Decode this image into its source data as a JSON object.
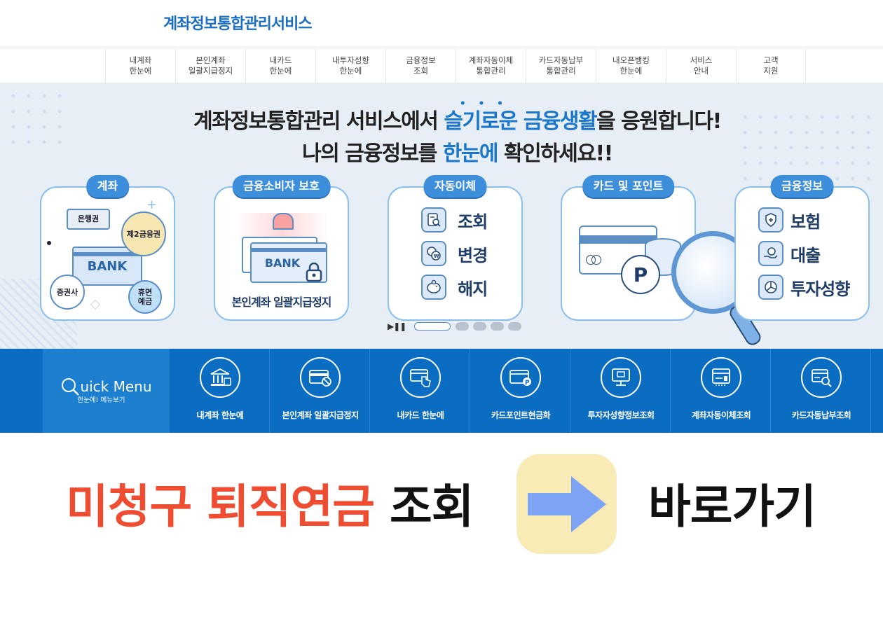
{
  "header": {
    "site_title": "계좌정보통합관리서비스"
  },
  "gnb": {
    "items": [
      {
        "label": "내계좌\n한눈에"
      },
      {
        "label": "본인계좌\n일괄지급정지"
      },
      {
        "label": "내카드\n한눈에"
      },
      {
        "label": "내투자성향\n한눈에"
      },
      {
        "label": "금융정보\n조회"
      },
      {
        "label": "계좌자동이체\n통합관리"
      },
      {
        "label": "카드자동납부\n통합관리"
      },
      {
        "label": "내오픈뱅킹\n한눈에"
      },
      {
        "label": "서비스\n안내"
      },
      {
        "label": "고객\n지원"
      }
    ]
  },
  "hero": {
    "line1_pre": "계좌정보통합관리 서비스에서 ",
    "line1_hl": "슬기로운 금융생활",
    "line1_post": "을 응원합니다!",
    "line2_pre": "나의 금융정보를 ",
    "line2_hl": "한눈에",
    "line2_post": " 확인하세요!!",
    "cards": {
      "account": {
        "tag": "계좌",
        "bank_label": "BANK",
        "bubble_bank": "은행권",
        "bubble_second": "제2금융권",
        "bubble_securities": "증권사",
        "bubble_dormant": "휴면\n예금"
      },
      "protection": {
        "tag": "금융소비자 보호",
        "bank_label": "BANK",
        "caption": "본인계좌 일괄지급정지"
      },
      "autotransfer": {
        "tag": "자동이체",
        "items": [
          {
            "label": "조회",
            "icon": "document-search-icon"
          },
          {
            "label": "변경",
            "icon": "currency-exchange-icon"
          },
          {
            "label": "해지",
            "icon": "piggy-bank-icon"
          }
        ]
      },
      "cardpoint": {
        "tag": "카드 및 포인트",
        "coin_label": "P"
      },
      "fininfo": {
        "tag": "금융정보",
        "items": [
          {
            "label": "보험",
            "icon": "shield-icon"
          },
          {
            "label": "대출",
            "icon": "hand-coin-icon"
          },
          {
            "label": "투자성향",
            "icon": "pie-chart-icon"
          }
        ]
      }
    },
    "slider": {
      "play_pause_label": "▶❚❚",
      "total_slides": 5,
      "active_slide": 1
    }
  },
  "quick_menu": {
    "title": "uick Menu",
    "subtitle": "한눈에! 메뉴보기",
    "items": [
      {
        "label": "내계좌 한눈에",
        "icon": "bank-building-icon"
      },
      {
        "label": "본인계좌 일괄지급정지",
        "icon": "card-block-icon"
      },
      {
        "label": "내카드 한눈에",
        "icon": "card-touch-icon"
      },
      {
        "label": "카드포인트현금화",
        "icon": "card-point-icon"
      },
      {
        "label": "투자자성향정보조회",
        "icon": "monitor-chart-icon"
      },
      {
        "label": "계좌자동이체조회",
        "icon": "atm-transfer-icon"
      },
      {
        "label": "카드자동납부조회",
        "icon": "card-search-icon"
      }
    ]
  },
  "banner": {
    "red_text": "미청구 퇴직연금",
    "black_text": " 조회",
    "cta_text": "바로가기"
  },
  "colors": {
    "brand_blue": "#1a6fc4",
    "quick_bg": "#0a6dc2",
    "banner_red": "#ef4d31",
    "arrow_blue": "#7ea4f6",
    "arrow_bg": "#f8ebb5"
  }
}
